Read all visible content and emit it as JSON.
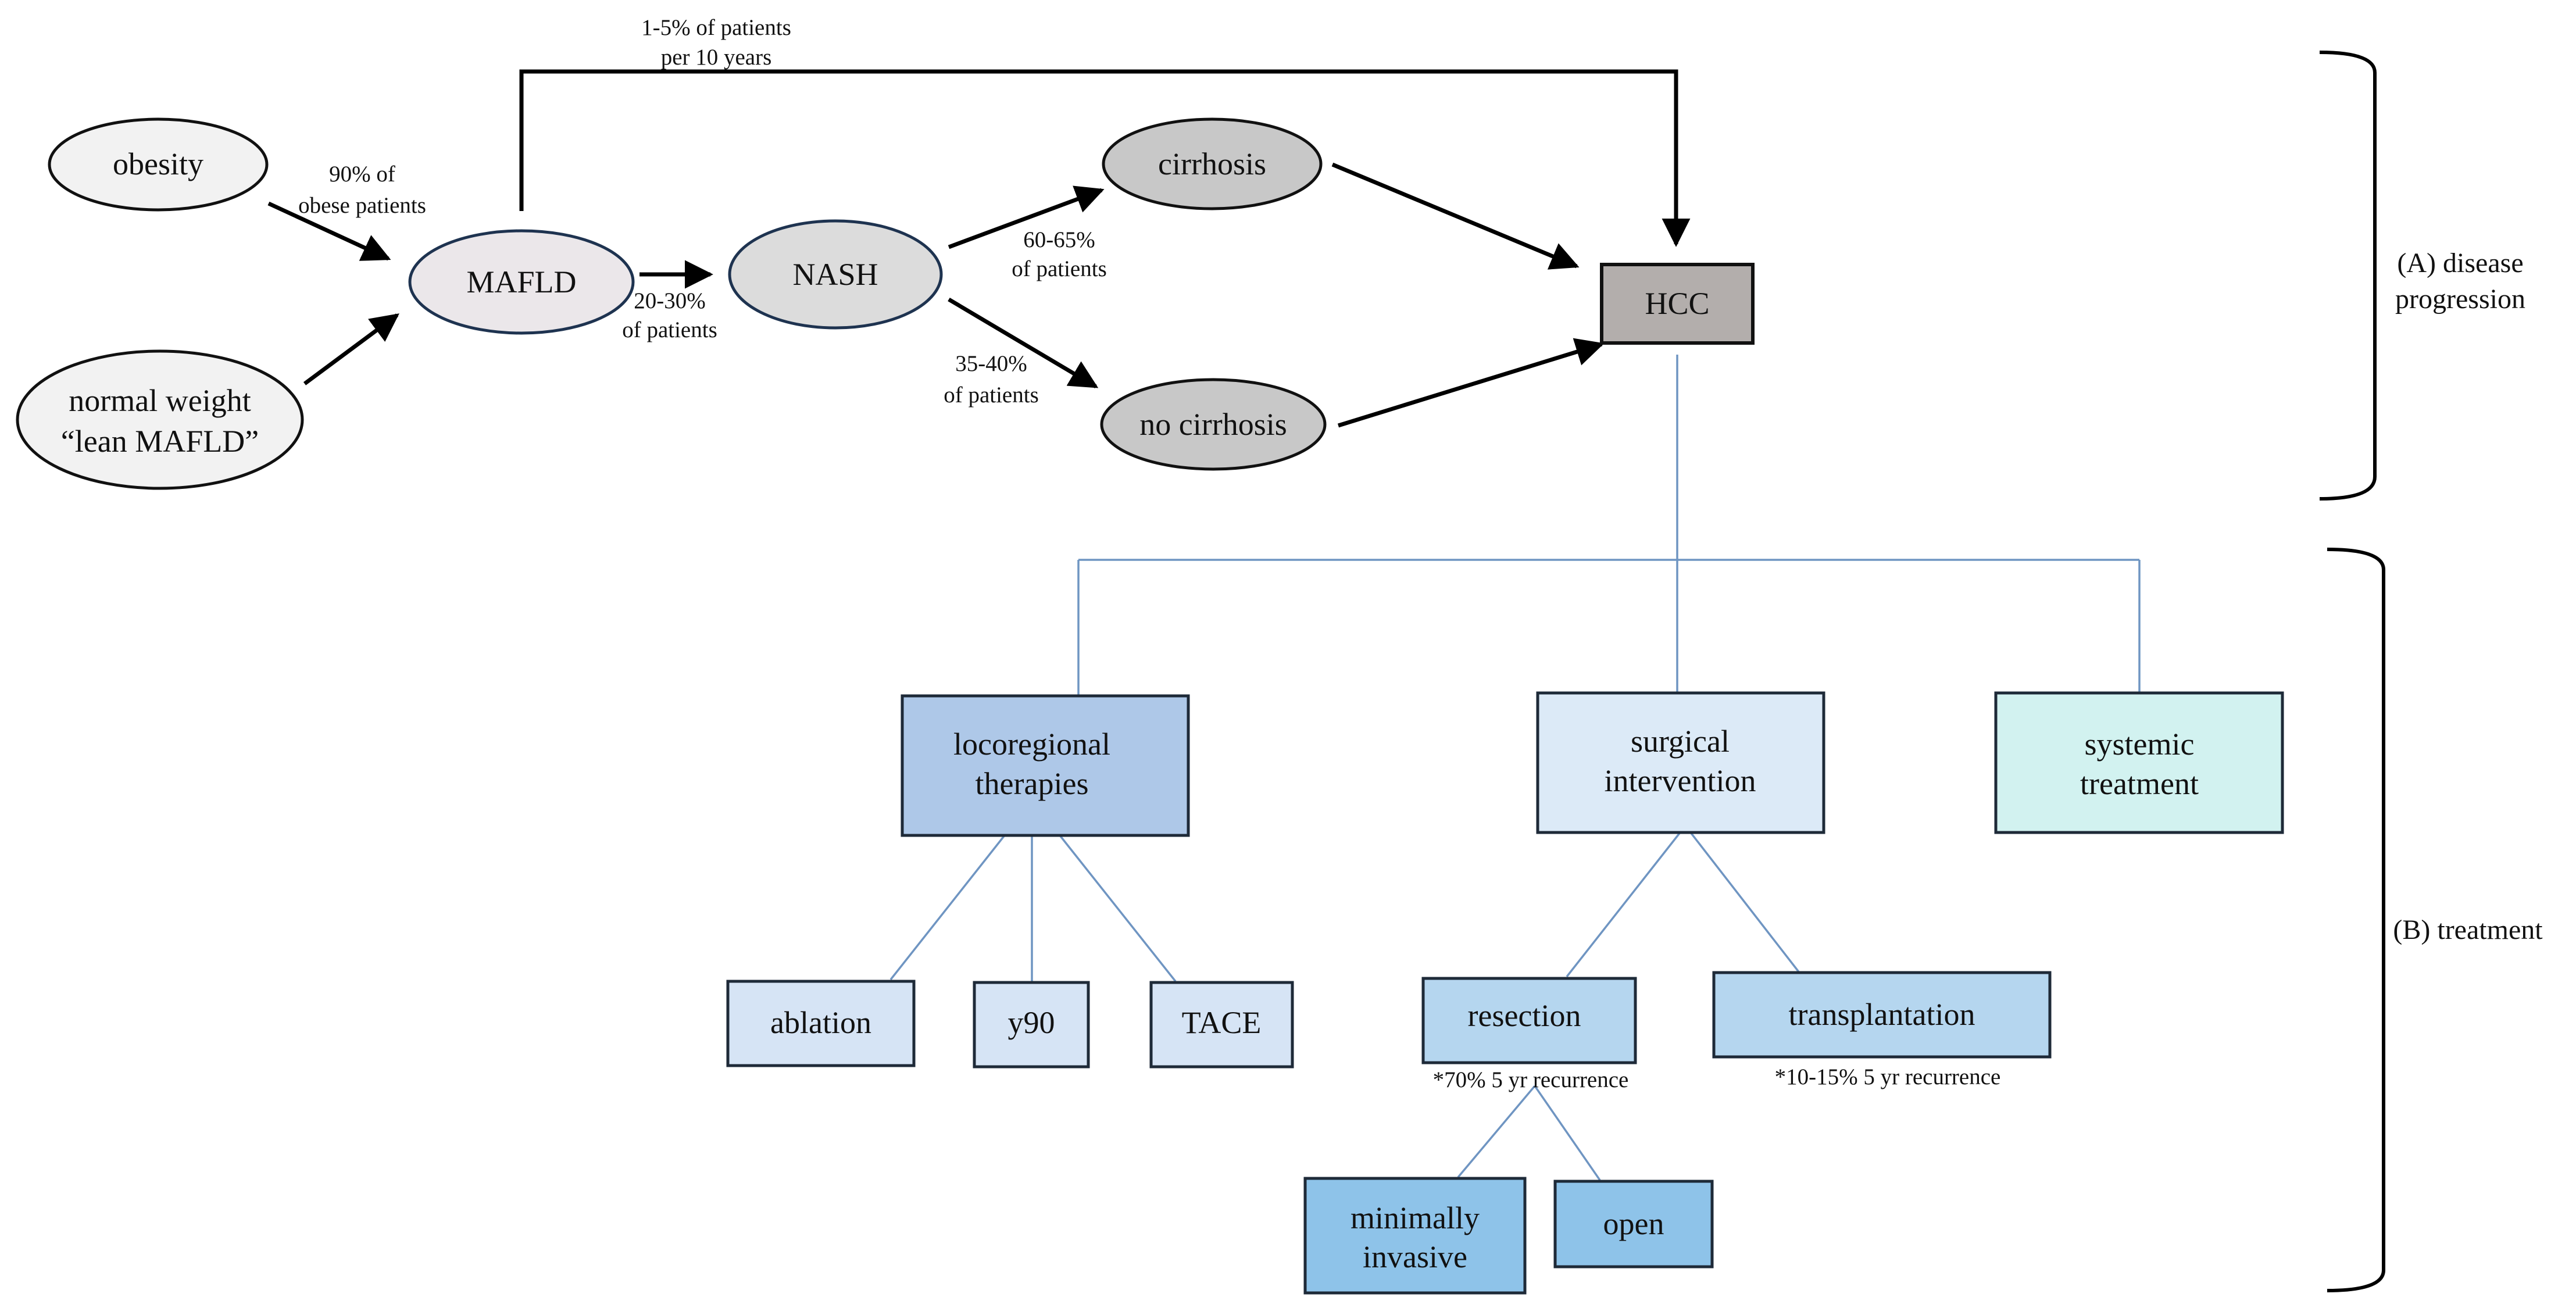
{
  "colors": {
    "ellipse_light": "#f2f2f2",
    "ellipse_mafld": "#ebe7ea",
    "ellipse_nash": "#dcdcdc",
    "ellipse_dark": "#c8c8c8",
    "ellipse_stroke": "#111111",
    "ellipse_stroke_blue": "#1e3350",
    "hcc_fill": "#b3aeac",
    "locoregional_fill": "#aec8e8",
    "surgical_fill": "#dceaf7",
    "systemic_fill": "#d2f2f0",
    "leaf_light_fill": "#d6e4f5",
    "leaf_mid_fill": "#b5d6ef",
    "leaf_dark_fill": "#8ec3e9",
    "box_stroke": "#1e2a38",
    "tree_line": "#6f95c2",
    "arrow": "#000000"
  },
  "nodes": {
    "obesity": {
      "label": "obesity"
    },
    "normal_weight": {
      "line1": "normal weight",
      "line2": "“lean MAFLD”"
    },
    "mafld": {
      "label": "MAFLD"
    },
    "nash": {
      "label": "NASH"
    },
    "cirrhosis": {
      "label": "cirrhosis"
    },
    "no_cirrhosis": {
      "label": "no cirrhosis"
    },
    "hcc": {
      "label": "HCC"
    },
    "locoregional": {
      "line1": "locoregional",
      "line2": "therapies"
    },
    "surgical": {
      "line1": "surgical",
      "line2": "intervention"
    },
    "systemic": {
      "line1": "systemic",
      "line2": "treatment"
    },
    "ablation": {
      "label": "ablation"
    },
    "y90": {
      "label": "y90"
    },
    "tace": {
      "label": "TACE"
    },
    "resection": {
      "label": "resection"
    },
    "transplantation": {
      "label": "transplantation"
    },
    "minimally_invasive": {
      "line1": "minimally",
      "line2": "invasive"
    },
    "open": {
      "label": "open"
    }
  },
  "edge_labels": {
    "obesity_to_mafld": {
      "line1": "90% of",
      "line2": "obese patients"
    },
    "mafld_to_hcc": {
      "line1": "1-5% of patients",
      "line2": "per 10 years"
    },
    "mafld_to_nash": {
      "line1": "20-30%",
      "line2": "of patients"
    },
    "nash_to_cirrhosis": {
      "line1": "60-65%",
      "line2": "of patients"
    },
    "nash_to_no_cirrhosis": {
      "line1": "35-40%",
      "line2": "of patients"
    },
    "resection_note": "*70% 5 yr recurrence",
    "transplantation_note": "*10-15% 5 yr recurrence"
  },
  "sections": {
    "disease_progression": {
      "line1": "(A) disease",
      "line2": "progression"
    },
    "treatment": "(B) treatment"
  }
}
